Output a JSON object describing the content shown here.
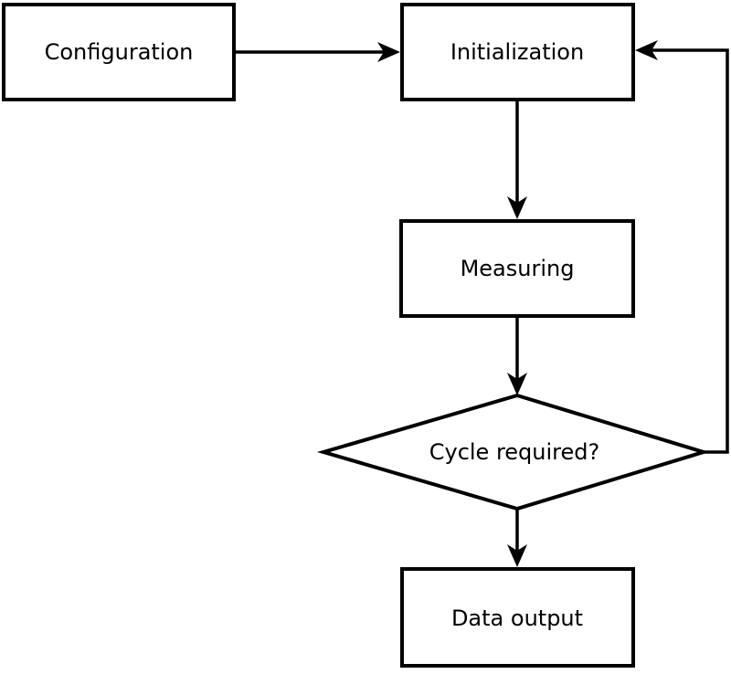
{
  "diagram": {
    "type": "flowchart",
    "colors": {
      "background": "#ffffff",
      "node_fill": "#ffffff",
      "line": "#000000",
      "text": "#000000"
    },
    "nodes": {
      "configuration": {
        "label": "Configuration",
        "shape": "rectangle"
      },
      "initialization": {
        "label": "Initialization",
        "shape": "rectangle"
      },
      "measuring": {
        "label": "Measuring",
        "shape": "rectangle"
      },
      "cycle_required": {
        "label": "Cycle required?",
        "shape": "diamond"
      },
      "data_output": {
        "label": "Data output",
        "shape": "rectangle"
      }
    },
    "edges": [
      {
        "from": "configuration",
        "to": "initialization",
        "direction": "right"
      },
      {
        "from": "initialization",
        "to": "measuring",
        "direction": "down"
      },
      {
        "from": "measuring",
        "to": "cycle_required",
        "direction": "down"
      },
      {
        "from": "cycle_required",
        "to": "data_output",
        "direction": "down"
      },
      {
        "from": "cycle_required",
        "to": "initialization",
        "direction": "loop-right-up"
      }
    ]
  }
}
